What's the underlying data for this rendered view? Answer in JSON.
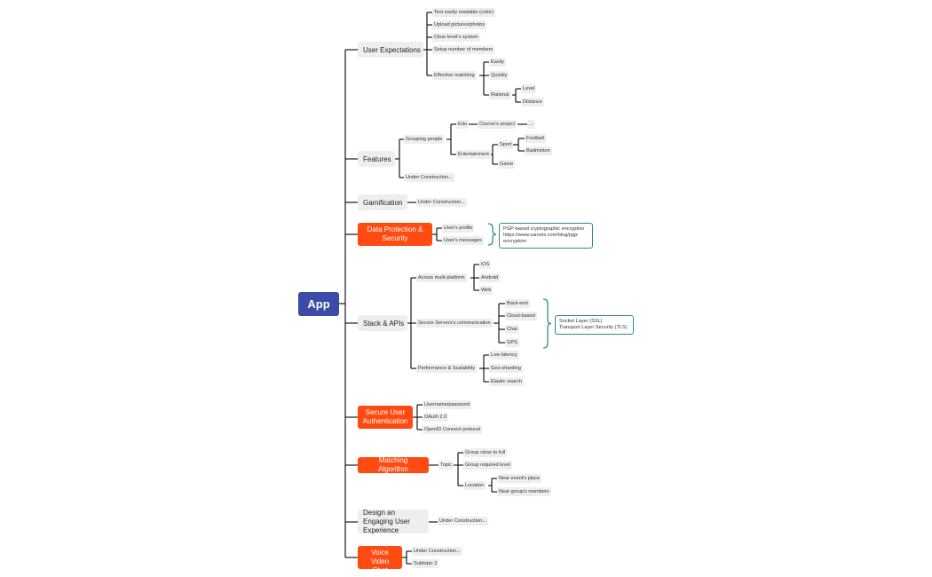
{
  "root": "App",
  "topics": {
    "user_expectations": {
      "label": "User Expectations",
      "items": [
        "Text easily readable (color)",
        "Upload pictures/photos",
        "Clear level's system",
        "Setup number of members"
      ],
      "effective_matching": "Effective matching",
      "matching_items": [
        "Easily",
        "Quickly"
      ],
      "rational": "Rational",
      "rational_items": [
        "Level",
        "Distance"
      ]
    },
    "features": {
      "label": "Features",
      "grouping_people": "Grouping people",
      "edu": "Edu",
      "courses_project": "Course's project",
      "ellipsis": "...",
      "entertainment": "Entertainment",
      "sport": "Sport",
      "sport_items": [
        "Football",
        "Badminton"
      ],
      "game": "Game",
      "under_construction": "Under Construction..."
    },
    "gamification": {
      "label": "Gamification",
      "under_construction": "Under Construction..."
    },
    "data_protection": {
      "label": "Data Protection & Security",
      "items": [
        "User's profile",
        "User's messages"
      ],
      "note": [
        "PGP-based cryptographic encryption",
        "https://www.varonis.com/blog/pgp-encryption"
      ]
    },
    "stack_apis": {
      "label": "Stack & APIs",
      "multi_platform": "Across multi-platform",
      "platforms": [
        "iOS",
        "Android",
        "Web"
      ],
      "secure_servers": "Secure Servers's communication",
      "server_items": [
        "Back-end",
        "Cloud-based",
        "Chat",
        "GPS"
      ],
      "note": [
        "Socket Layer (SSL)",
        "Transport Layer Security (TLS)"
      ],
      "performance": "Performance & Scalability",
      "performance_items": [
        "Low latency",
        "Geo-sharding",
        "Elastic search"
      ]
    },
    "secure_auth": {
      "label": "Secure User Authentication",
      "items": [
        "Username/password",
        "OAuth 2.0",
        "OpenID Connect protocol"
      ]
    },
    "matching_algorithm": {
      "label": "Matching Algorithm",
      "topic": "Topic",
      "topic_items": [
        "Group close to full",
        "Group required level"
      ],
      "location": "Location",
      "location_items": [
        "Near event's place",
        "Near group's members"
      ]
    },
    "engaging_ux": {
      "label": "Design an Engaging User Experience",
      "under_construction": "Under Construction..."
    },
    "chat": {
      "label": "Text, Voice Video Chat",
      "items": [
        "Under Construction...",
        "Subtopic 2"
      ]
    }
  },
  "colors": {
    "root": "#3c4aa8",
    "highlight": "#ff4a12",
    "node_bg": "#eeeeee",
    "line": "#1a1a1a",
    "note_border": "#2b8f87"
  }
}
